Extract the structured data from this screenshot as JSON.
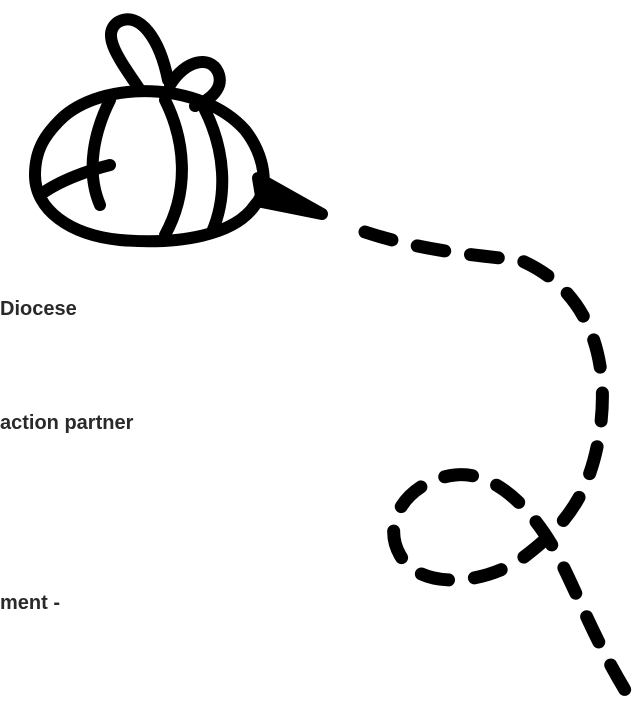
{
  "text_lines": [
    "Diocese",
    "action partner",
    "ment -"
  ],
  "colors": {
    "background": "#ffffff",
    "ink": "#000000",
    "text": "#2a2a2a"
  },
  "illustration": {
    "icon": "bee-icon",
    "trail": "dashed-flight-path"
  }
}
